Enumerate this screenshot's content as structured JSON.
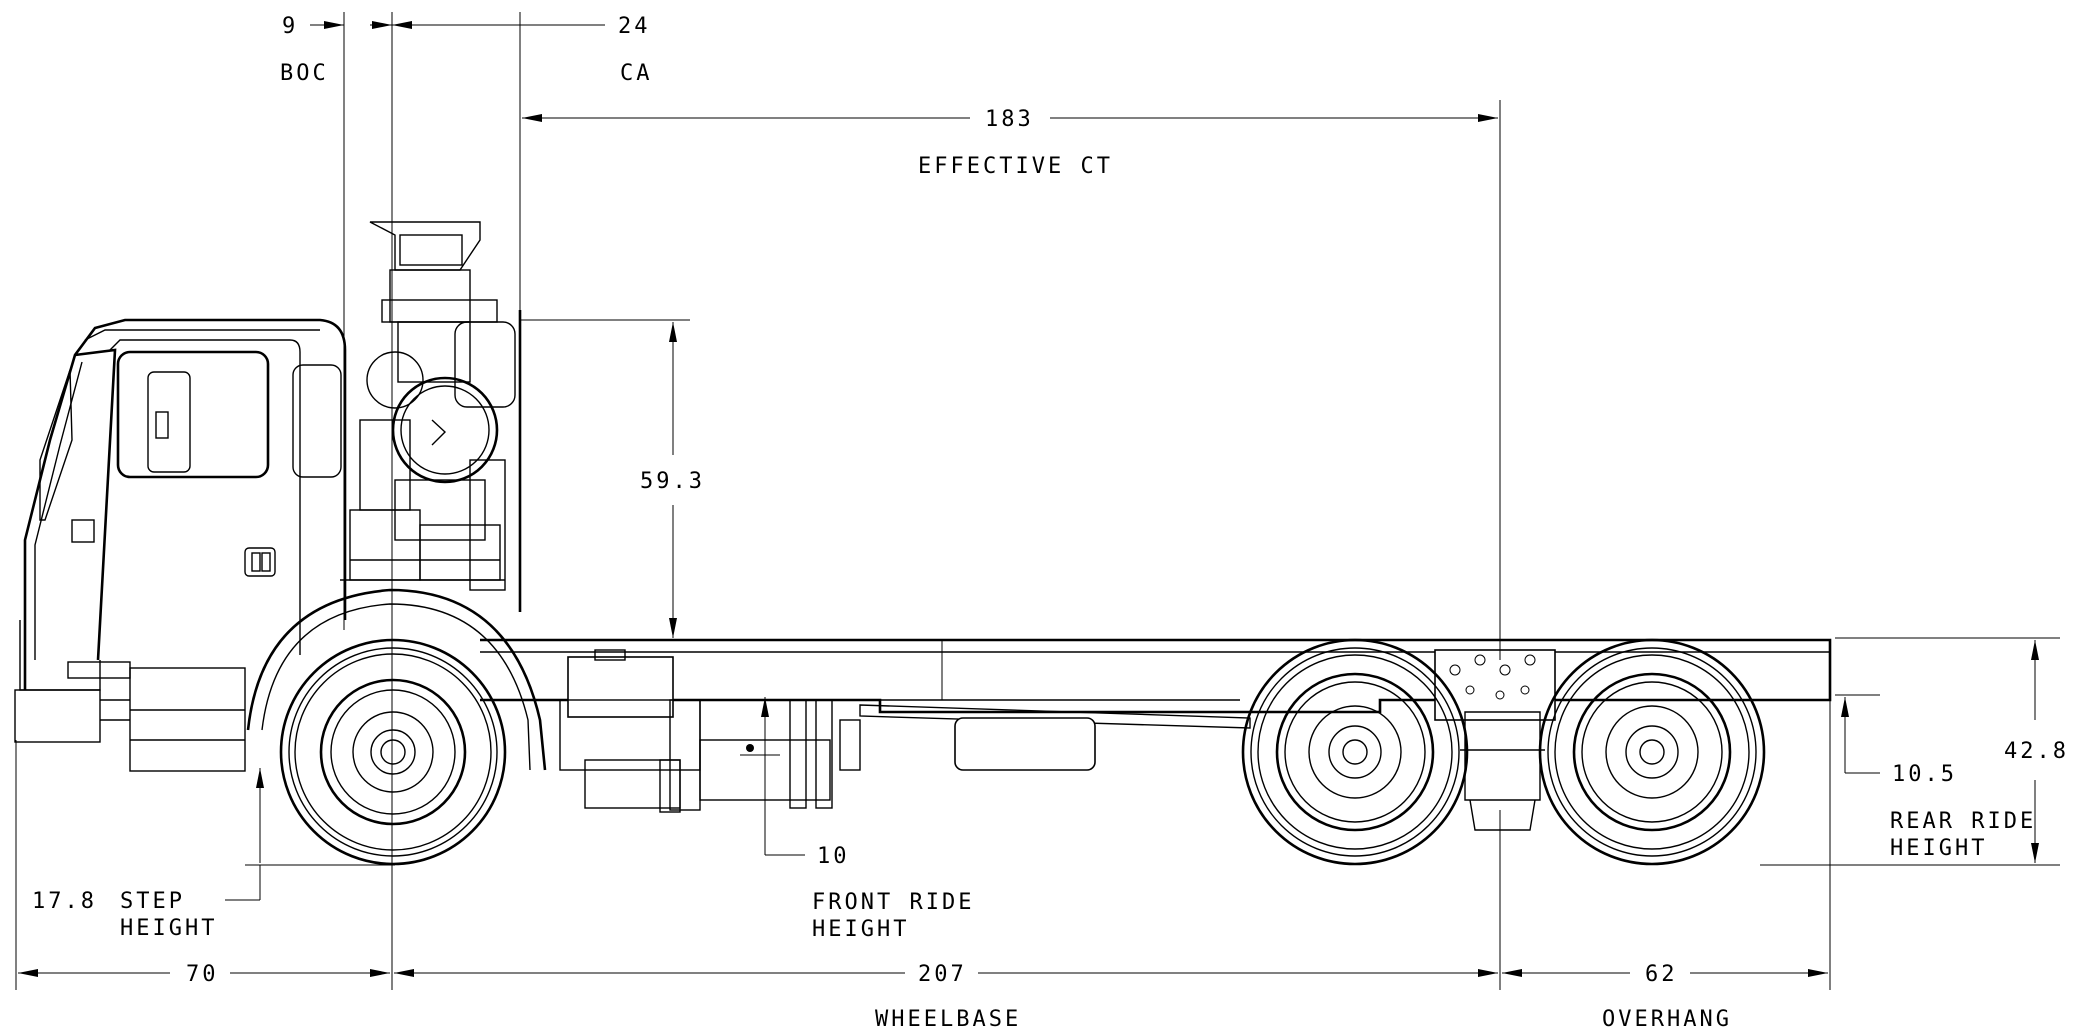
{
  "dimensions": {
    "boc_value": "9",
    "boc_label": "BOC",
    "ca_value": "24",
    "ca_label": "CA",
    "effective_ct_value": "183",
    "effective_ct_label": "EFFECTIVE CT",
    "cab_height_value": "59.3",
    "front_ride_value": "10",
    "front_ride_label_1": "FRONT RIDE",
    "front_ride_label_2": "HEIGHT",
    "step_height_value": "17.8",
    "step_height_label_1": "STEP",
    "step_height_label_2": "HEIGHT",
    "rear_ride_value": "10.5",
    "rear_ride_label_1": "REAR RIDE",
    "rear_ride_label_2": "HEIGHT",
    "frame_height_value": "42.8",
    "front_overhang_value": "70",
    "wheelbase_value": "207",
    "wheelbase_label": "WHEELBASE",
    "overhang_value": "62",
    "overhang_label": "OVERHANG"
  }
}
